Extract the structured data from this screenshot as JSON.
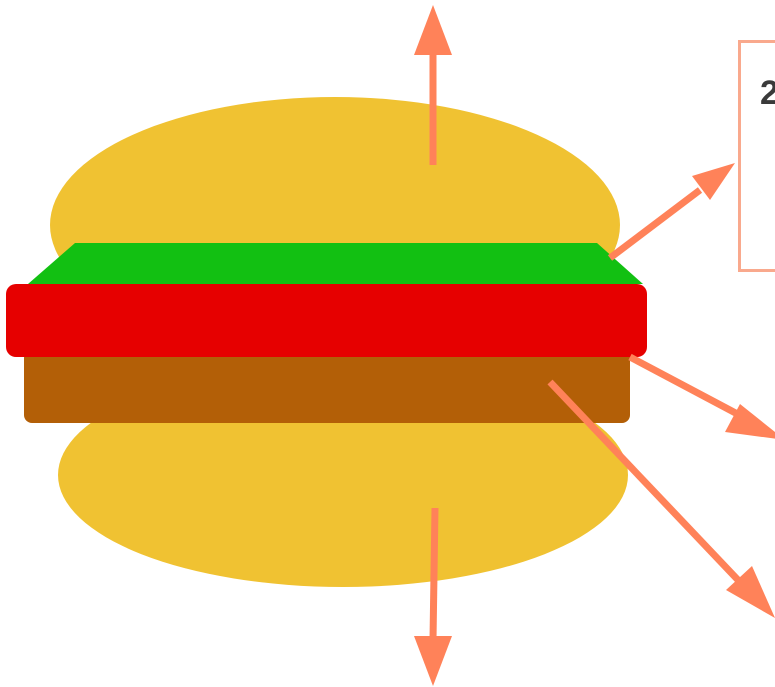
{
  "colors": {
    "bun": "#f0c232",
    "lettuce": "#12c012",
    "tomato": "#e60000",
    "patty": "#b35f07",
    "arrow": "#ff8259",
    "label_border": "#f9a98d",
    "label_text": "#3a3a3a"
  },
  "diagram": {
    "parts": [
      {
        "name": "top-bun",
        "color_key": "bun"
      },
      {
        "name": "lettuce",
        "color_key": "lettuce"
      },
      {
        "name": "tomato",
        "color_key": "tomato"
      },
      {
        "name": "patty",
        "color_key": "patty"
      },
      {
        "name": "bottom-bun",
        "color_key": "bun"
      }
    ],
    "callout_label": "2"
  }
}
